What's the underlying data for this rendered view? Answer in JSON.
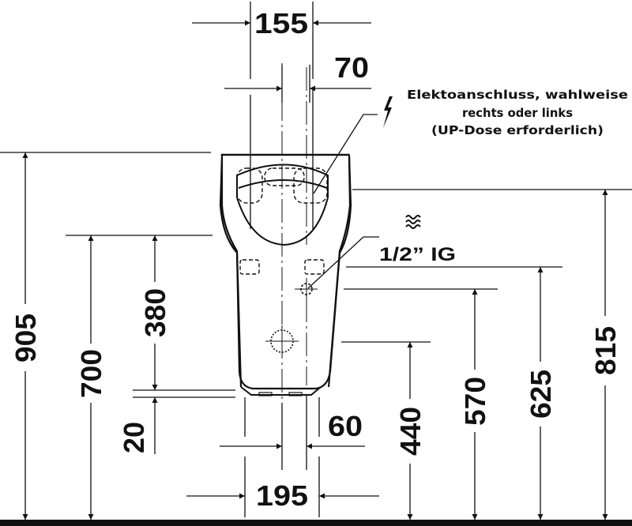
{
  "drawing": {
    "title": "Urinal dimension drawing",
    "line_color": "#111111",
    "background": "#ffffff"
  },
  "notes": {
    "electric": {
      "icon": "lightning-bolt-icon",
      "line1": "Elektoanschluss, wahlweise",
      "line2": "rechts oder links",
      "line3": "(UP-Dose erforderlich)"
    },
    "water": {
      "icon": "water-waves-icon",
      "symbol": "≋",
      "label": "1/2” IG"
    }
  },
  "dimensions": {
    "top_width": "155",
    "top_offset": "70",
    "bottom_width": "195",
    "bottom_offset": "60",
    "overall_height": "905",
    "rim_height": "700",
    "inlet_spacing": "380",
    "base_gap": "20",
    "outlet_height": "440",
    "water_inlet_height": "570",
    "feed_height": "625",
    "top_rim_height": "815"
  }
}
